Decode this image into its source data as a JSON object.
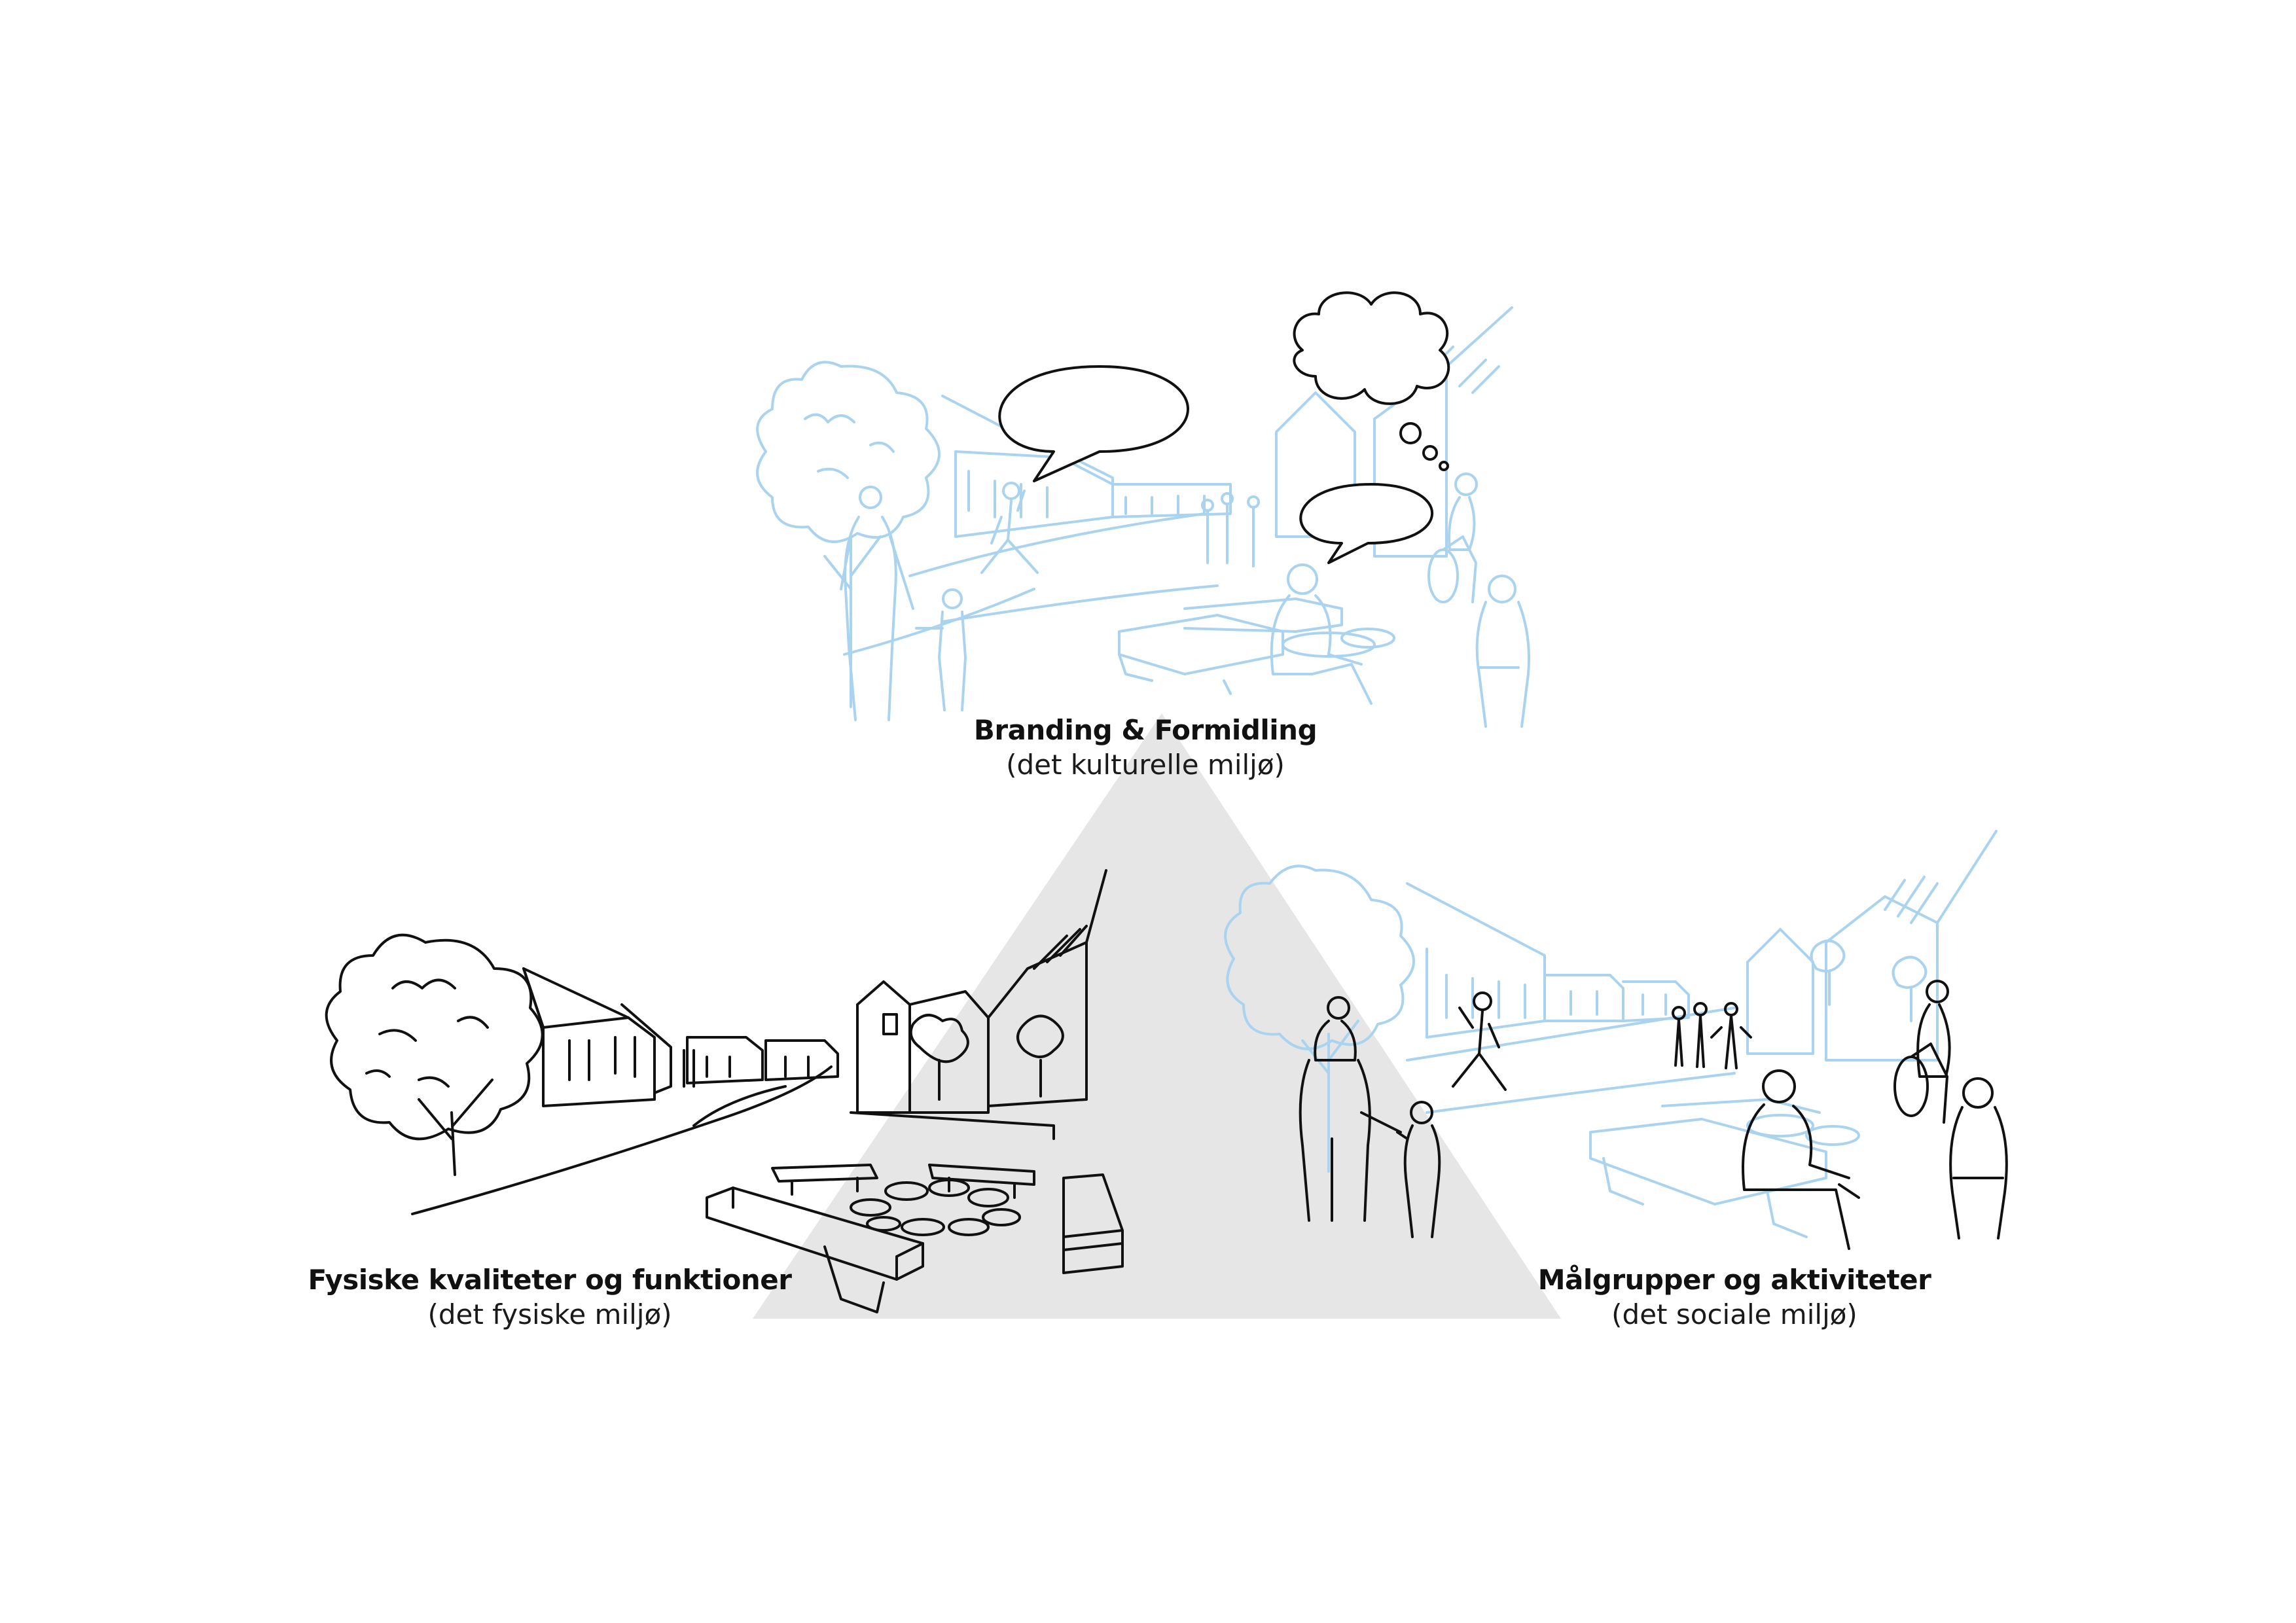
{
  "colors": {
    "background": "#ffffff",
    "triangle": "#e6e6e6",
    "sketch_dark": "#111111",
    "sketch_light": "#a9d3ef"
  },
  "diagram": {
    "top": {
      "title": "Branding & Formidling",
      "subtitle": "(det kulturelle miljø)",
      "illustration": "street-scene-light-blue-with-speech-bubbles"
    },
    "left": {
      "title": "Fysiske kvaliteter og funktioner",
      "subtitle": "(det fysiske miljø)",
      "illustration": "street-scene-black-line-no-people"
    },
    "right": {
      "title": "Målgrupper og aktiviteter",
      "subtitle": "(det sociale miljø)",
      "illustration": "street-scene-light-blue-with-black-people"
    }
  }
}
